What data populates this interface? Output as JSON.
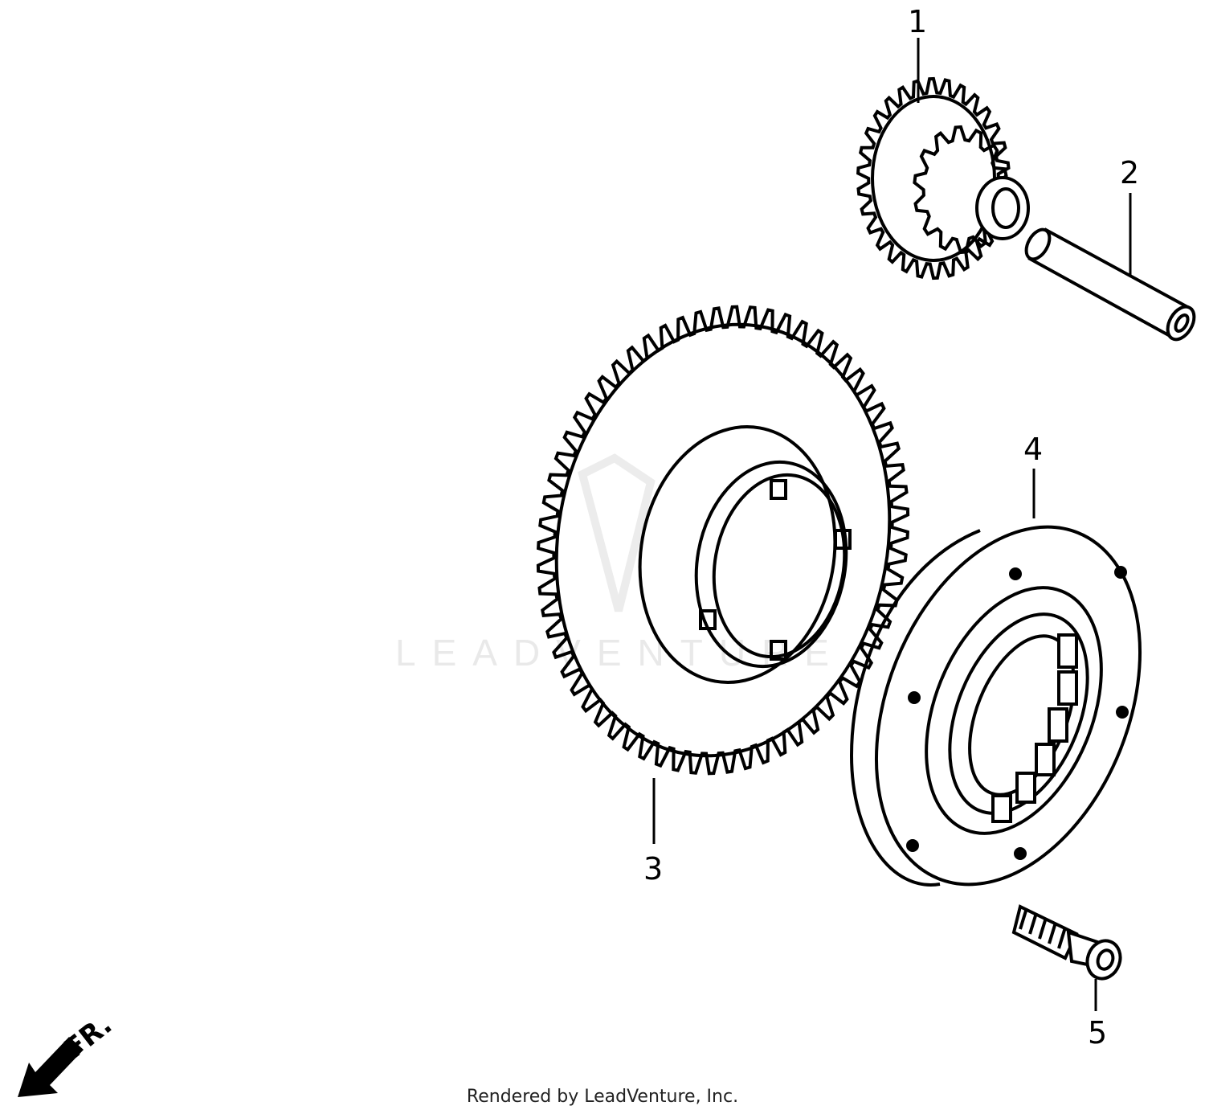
{
  "diagram": {
    "parts": [
      {
        "id": "1",
        "label": "1",
        "kind": "gear"
      },
      {
        "id": "2",
        "label": "2",
        "kind": "shaft"
      },
      {
        "id": "3",
        "label": "3",
        "kind": "gear"
      },
      {
        "id": "4",
        "label": "4",
        "kind": "one-way clutch"
      },
      {
        "id": "5",
        "label": "5",
        "kind": "bolt"
      }
    ],
    "direction_label": "FR.",
    "watermark": "LEADVENTURE"
  },
  "footer": {
    "text": "Rendered by LeadVenture, Inc."
  },
  "colors": {
    "line": "#000000",
    "background": "#ffffff",
    "watermark": "#e9e9e9"
  }
}
